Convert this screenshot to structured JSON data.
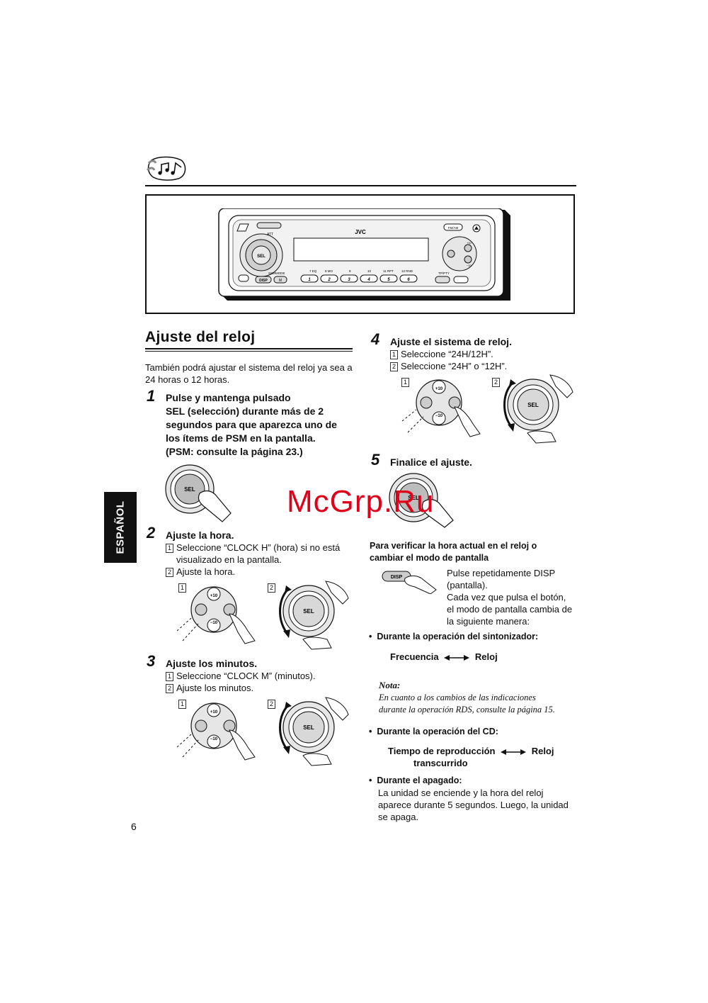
{
  "section": {
    "title": "Ajuste del reloj",
    "intro": "También podrá ajustar el sistema del reloj ya sea a 24 horas o 12 horas."
  },
  "side_tab": "ESPAÑOL",
  "page_number": "6",
  "device": {
    "brand": "JVC",
    "labels": {
      "att": "ATT",
      "sel": "SEL",
      "ssm": "SSM",
      "mode": "MODE",
      "disp": "DISP",
      "m": "M",
      "fmam": "FM/AM",
      "tppty": "TP/PTY",
      "plus10": "+10",
      "minus10": "−10",
      "top_labels": [
        "7  EQ",
        "8  MO",
        "9",
        "10",
        "11  RPT",
        "12  RND"
      ],
      "presets": [
        "1",
        "2",
        "3",
        "4",
        "5",
        "6"
      ]
    }
  },
  "steps": [
    {
      "num": "1",
      "title_lines": [
        "Pulse y mantenga pulsado",
        "SEL (selección) durante más de 2",
        "segundos para que aparezca uno de",
        "los ítems de PSM en la pantalla.",
        "(PSM: consulte la página 23.)"
      ]
    },
    {
      "num": "2",
      "title": "Ajuste la hora.",
      "subs": [
        {
          "n": "1",
          "lines": [
            "Seleccione “CLOCK H” (hora) si no está",
            "visualizado en la pantalla."
          ]
        },
        {
          "n": "2",
          "lines": [
            "Ajuste la hora."
          ]
        }
      ]
    },
    {
      "num": "3",
      "title": "Ajuste los minutos.",
      "subs": [
        {
          "n": "1",
          "lines": [
            "Seleccione “CLOCK M” (minutos)."
          ]
        },
        {
          "n": "2",
          "lines": [
            "Ajuste los minutos."
          ]
        }
      ]
    },
    {
      "num": "4",
      "title": "Ajuste el sistema de reloj.",
      "subs": [
        {
          "n": "1",
          "lines": [
            "Seleccione “24H/12H”."
          ]
        },
        {
          "n": "2",
          "lines": [
            "Seleccione “24H” o “12H”."
          ]
        }
      ]
    },
    {
      "num": "5",
      "title": "Finalice el ajuste."
    }
  ],
  "fig_labels": {
    "one": "1",
    "two": "2",
    "sel": "SEL",
    "plus10": "+10",
    "minus10": "−10",
    "disp": "DISP"
  },
  "verify": {
    "heading_lines": [
      "Para verificar la hora actual en el reloj o",
      "cambiar el modo de pantalla"
    ],
    "desc_lines": [
      "Pulse repetidamente DISP",
      "(pantalla).",
      "Cada vez que pulsa el botón,",
      "el modo de pantalla cambia de",
      "la siguiente manera:"
    ],
    "tuner_label": "Durante la operación del sintonizador:",
    "tuner_seq": {
      "a": "Frecuencia",
      "b": "Reloj"
    },
    "note_title": "Nota:",
    "note_lines": [
      "En cuanto a los cambios de las indicaciones",
      "durante la operación RDS, consulte la página 15."
    ],
    "cd_label": "Durante la operación del CD:",
    "cd_seq": {
      "a1": "Tiempo de reproducción",
      "a2": "transcurrido",
      "b": "Reloj"
    },
    "off_label": "Durante el apagado:",
    "off_lines": [
      "La unidad se enciende y la hora del reloj",
      "aparece durante 5 segundos. Luego, la unidad",
      "se apaga."
    ]
  },
  "watermark": "McGrp.Ru"
}
